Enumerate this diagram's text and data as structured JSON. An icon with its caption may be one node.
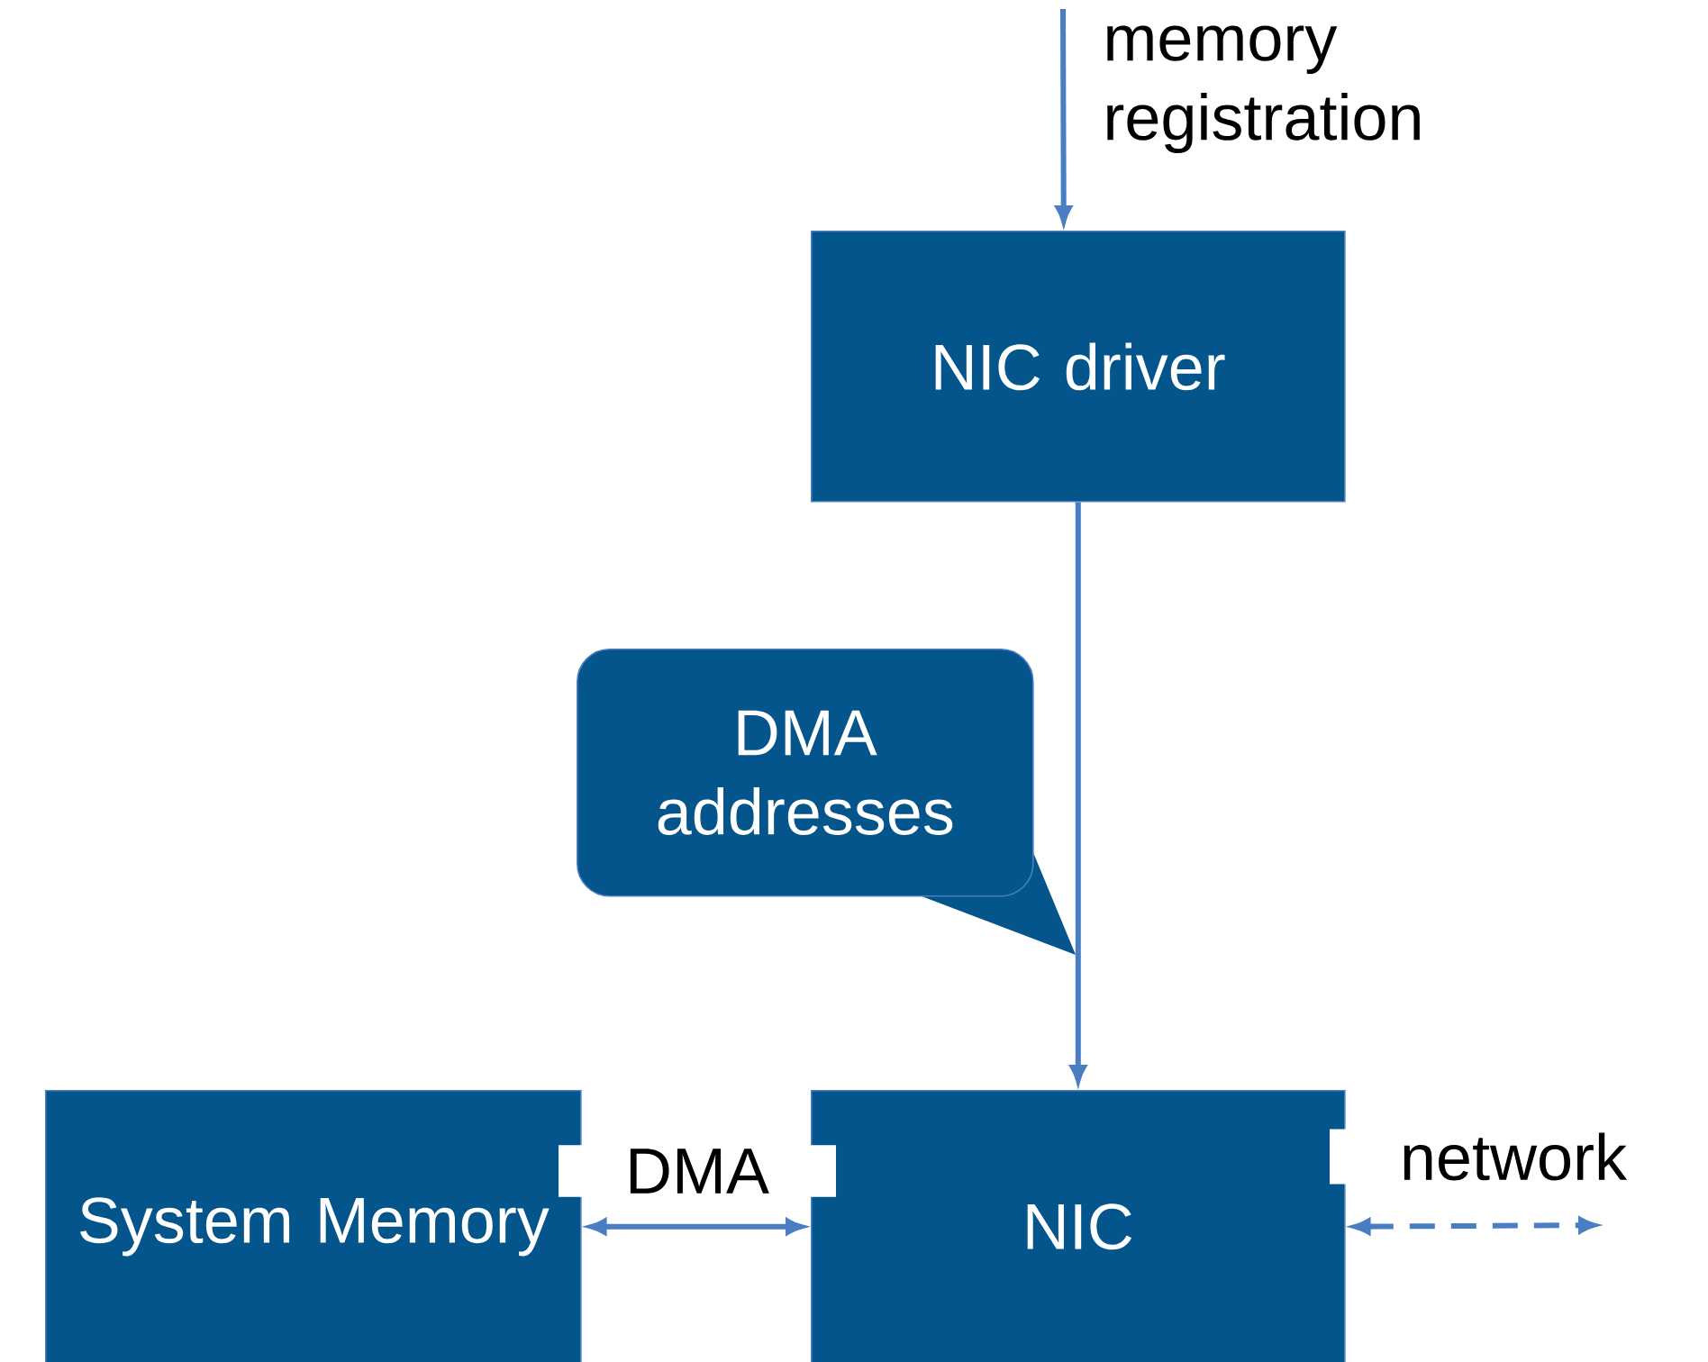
{
  "diagram": {
    "nodes": [
      {
        "text": [
          "NIC driver"
        ]
      },
      {
        "text": [
          "DMA addresses"
        ]
      },
      {
        "text": [
          "System Memory"
        ]
      },
      {
        "text": [
          "NIC"
        ]
      }
    ],
    "edges": [
      {
        "from": null,
        "to": 0,
        "arrow": "to",
        "label": "memory registration"
      },
      {
        "from": 0,
        "to": 3,
        "arrow": "to"
      },
      {
        "from": 2,
        "to": 3,
        "arrow": "both",
        "label": "DMA"
      },
      {
        "from": 3,
        "to": null,
        "arrow": "both",
        "style": "dashed",
        "label": "network"
      }
    ]
  }
}
